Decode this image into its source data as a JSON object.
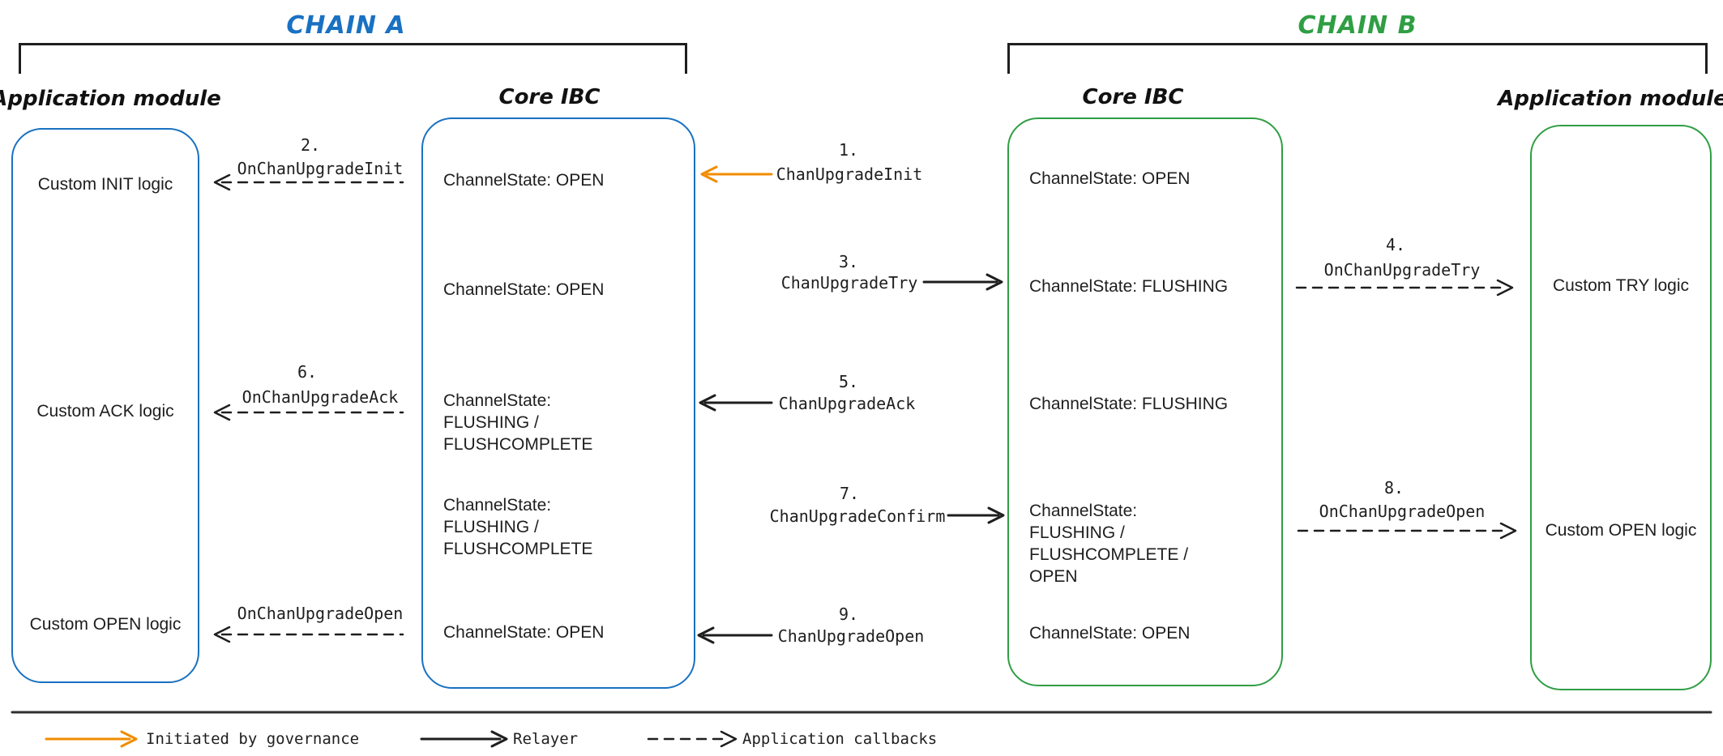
{
  "colors": {
    "chain_a_blue": "#1971c2",
    "chain_b_green": "#2f9e44",
    "governance_orange": "#f08c00",
    "ink": "#1e1e1e"
  },
  "chains": [
    {
      "label": "CHAIN A"
    },
    {
      "label": "CHAIN B"
    }
  ],
  "columns": {
    "app_a": {
      "label": "Application module",
      "items": [
        "Custom INIT logic",
        "Custom ACK logic",
        "Custom OPEN logic"
      ]
    },
    "core_a": {
      "label": "Core IBC",
      "states": [
        "ChannelState: OPEN",
        "ChannelState: OPEN",
        "ChannelState:\nFLUSHING / FLUSHCOMPLETE",
        "ChannelState:\nFLUSHING / FLUSHCOMPLETE",
        "ChannelState: OPEN"
      ]
    },
    "core_b": {
      "label": "Core IBC",
      "states": [
        "ChannelState: OPEN",
        "ChannelState: FLUSHING",
        "ChannelState: FLUSHING",
        "ChannelState:\nFLUSHING / FLUSHCOMPLETE /\nOPEN",
        "ChannelState: OPEN"
      ]
    },
    "app_b": {
      "label": "Application module",
      "items": [
        "Custom TRY logic",
        "Custom OPEN logic"
      ]
    }
  },
  "messages": {
    "m1": {
      "num": "1.",
      "label": "ChanUpgradeInit",
      "kind": "governance"
    },
    "m2": {
      "num": "2.",
      "label": "OnChanUpgradeInit",
      "kind": "callback"
    },
    "m3": {
      "num": "3.",
      "label": "ChanUpgradeTry",
      "kind": "relayer"
    },
    "m4": {
      "num": "4.",
      "label": "OnChanUpgradeTry",
      "kind": "callback"
    },
    "m5": {
      "num": "5.",
      "label": "ChanUpgradeAck",
      "kind": "relayer"
    },
    "m6": {
      "num": "6.",
      "label": "OnChanUpgradeAck",
      "kind": "callback"
    },
    "m7": {
      "num": "7.",
      "label": "ChanUpgradeConfirm",
      "kind": "relayer"
    },
    "m8": {
      "num": "8.",
      "label": "OnChanUpgradeOpen",
      "kind": "callback"
    },
    "m9": {
      "num": "9.",
      "label": "ChanUpgradeOpen",
      "kind": "relayer"
    },
    "m10": {
      "num": "",
      "label": "OnChanUpgradeOpen",
      "kind": "callback"
    }
  },
  "legend": {
    "governance": "Initiated by governance",
    "relayer": "Relayer",
    "callbacks": "Application callbacks"
  }
}
